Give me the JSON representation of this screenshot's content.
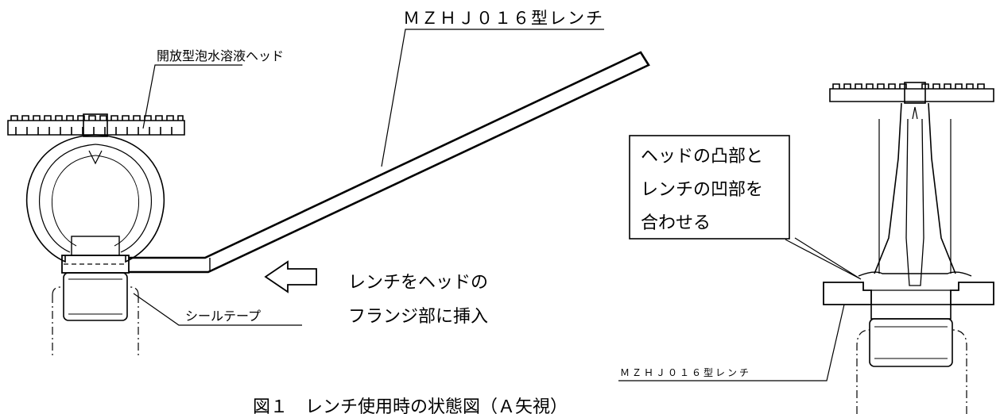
{
  "labels": {
    "wrench_top": "ＭＺＨＪ０１６型レンチ",
    "head_label": "開放型泡水溶液ヘッド",
    "instruction_line1": "レンチをヘッドの",
    "instruction_line2": "フランジ部に挿入",
    "seal_tape": "シールテープ",
    "callout_line1": "ヘッドの凸部と",
    "callout_line2": "レンチの凹部を",
    "callout_line3": "合わせる",
    "wrench_bottom": "ＭＺＨＪ０１６型レンチ",
    "caption": "図１　レンチ使用時の状態図（Ａ矢視）"
  }
}
